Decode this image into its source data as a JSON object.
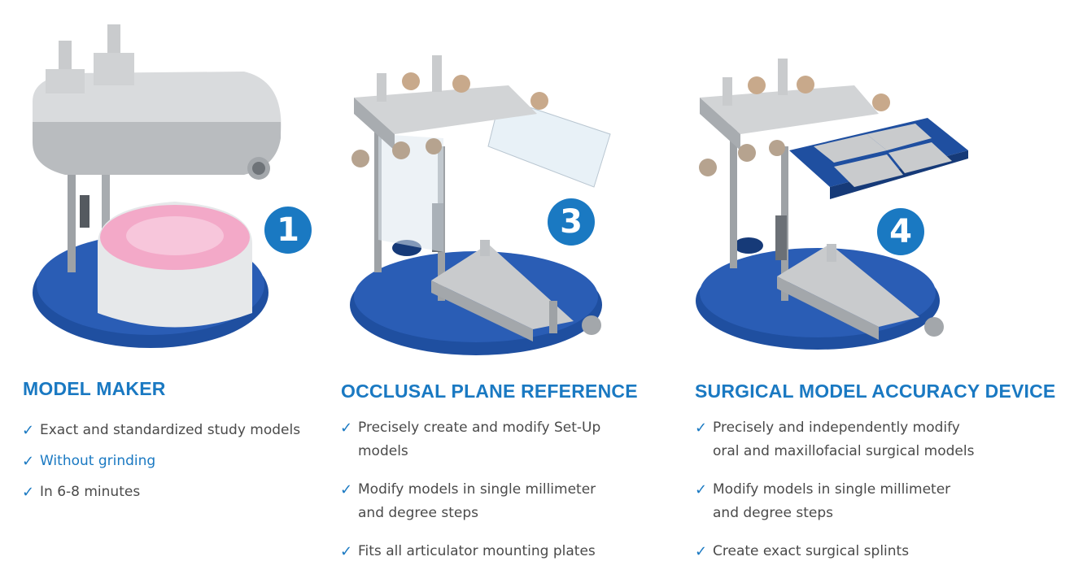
{
  "products": [
    {
      "number": "1",
      "title": "MODEL MAKER",
      "features": [
        "Exact and standardized study models",
        "Without grinding",
        "In 6-8 minutes"
      ]
    },
    {
      "number": "3",
      "title": "OCCLUSAL PLANE REFERENCE",
      "features": [
        "Precisely create and modify Set-Up\nmodels",
        "Modify models in single millimeter\nand degree steps",
        "Fits all articulator mounting plates"
      ]
    },
    {
      "number": "4",
      "title": "SURGICAL MODEL ACCURACY DEVICE",
      "features": [
        "Precisely and independently modify\noral and maxillofacial surgical models",
        "Modify models in single millimeter\nand degree steps",
        "Create exact surgical splints"
      ]
    }
  ],
  "check_glyph": "✓",
  "colors": {
    "accent": "#1a79c2",
    "text": "#4a4a4a",
    "base_blue": "#1f4fa0",
    "metal": "#c9cbcd",
    "pink": "#f3a9c8"
  }
}
